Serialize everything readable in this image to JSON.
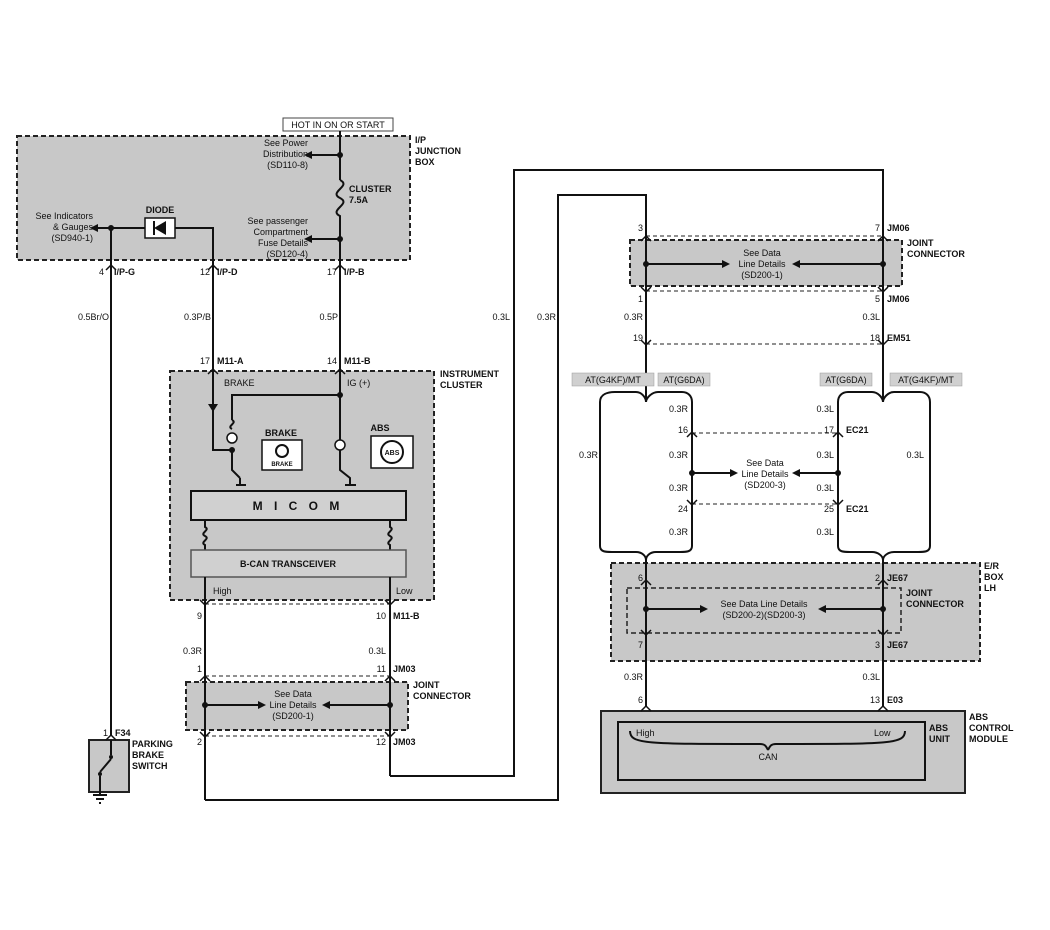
{
  "power_source": "HOT IN ON OR START",
  "junction_box": {
    "title": [
      "I/P",
      "JUNCTION",
      "BOX"
    ],
    "power_dist_ref": [
      "See Power",
      "Distribution",
      "(SD110-8)"
    ],
    "fuse_label": [
      "CLUSTER",
      "7.5A"
    ],
    "fuse_details_ref": [
      "See passenger",
      "Compartment",
      "Fuse Details",
      "(SD120-4)"
    ],
    "indicators_ref": [
      "See Indicators",
      "& Gauges",
      "(SD940-1)"
    ],
    "diode_label": "DIODE",
    "pins": [
      {
        "num": "4",
        "name": "I/P-G"
      },
      {
        "num": "12",
        "name": "I/P-D"
      },
      {
        "num": "17",
        "name": "I/P-B"
      }
    ]
  },
  "wires": {
    "ipg": "0.5Br/O",
    "ipd": "0.3P/B",
    "ipb": "0.5P",
    "long_l": "0.3L",
    "long_r": "0.3R",
    "cluster_high": "0.3R",
    "cluster_low": "0.3L",
    "jm06_left": "0.3R",
    "jm06_right": "0.3L",
    "ec21_l_top": "0.3R",
    "ec21_r_top": "0.3L",
    "ec21_l_mid": "0.3R",
    "ec21_r_mid": "0.3L",
    "ec21_l_mid2": "0.3R",
    "ec21_r_mid2": "0.3L",
    "ec21_l_bot": "0.3R",
    "ec21_r_bot": "0.3L",
    "side_l": "0.3R",
    "side_r": "0.3L",
    "abs_l": "0.3R",
    "abs_r": "0.3L"
  },
  "instrument_cluster": {
    "title": [
      "INSTRUMENT",
      "CLUSTER"
    ],
    "pin_left": {
      "num": "17",
      "name": "M11-A"
    },
    "pin_right": {
      "num": "14",
      "name": "M11-B"
    },
    "brake_sig": "BRAKE",
    "ig_sig": "IG (+)",
    "brake_lamp": "BRAKE",
    "abs_lamp": "ABS",
    "micom": "M I C O M",
    "transceiver": "B-CAN TRANSCEIVER",
    "high": "High",
    "low": "Low",
    "bottom_pin_left": "9",
    "bottom_pin_right": "10",
    "bottom_conn": "M11-B"
  },
  "jm03": {
    "title": [
      "JOINT",
      "CONNECTOR"
    ],
    "top_left": "1",
    "top_right": "11",
    "top_name": "JM03",
    "bottom_left": "2",
    "bottom_right": "12",
    "bottom_name": "JM03",
    "ref": [
      "See Data",
      "Line Details",
      "(SD200-1)"
    ]
  },
  "parking_brake": {
    "pin": "1",
    "conn": "F34",
    "title": [
      "PARKING",
      "BRAKE",
      "SWITCH"
    ]
  },
  "jm06": {
    "title": [
      "JOINT",
      "CONNECTOR"
    ],
    "top_left": "3",
    "top_right": "7",
    "top_name": "JM06",
    "bottom_left": "1",
    "bottom_right": "5",
    "bottom_name": "JM06",
    "ref": [
      "See Data",
      "Line Details",
      "(SD200-1)"
    ]
  },
  "em51": {
    "left": "19",
    "right": "18",
    "name": "EM51"
  },
  "variants": {
    "l_outer": "AT(G4KF)/MT",
    "l_inner": "AT(G6DA)",
    "r_inner": "AT(G6DA)",
    "r_outer": "AT(G4KF)/MT"
  },
  "ec21": {
    "top_left": "16",
    "top_right": "17",
    "top_name": "EC21",
    "bottom_left": "24",
    "bottom_right": "25",
    "bottom_name": "EC21",
    "ref": [
      "See Data",
      "Line Details",
      "(SD200-3)"
    ]
  },
  "er_box": {
    "title": [
      "E/R",
      "BOX",
      "LH"
    ],
    "joint_title": [
      "JOINT",
      "CONNECTOR"
    ],
    "top_left": "6",
    "top_right": "2",
    "top_name": "JE67",
    "bottom_left": "7",
    "bottom_right": "3",
    "bottom_name": "JE67",
    "ref": [
      "See Data Line Details",
      "(SD200-2)(SD200-3)"
    ]
  },
  "abs_module": {
    "pin_left": "6",
    "pin_right": "13",
    "conn": "E03",
    "unit_title": [
      "ABS",
      "UNIT"
    ],
    "module_title": [
      "ABS",
      "CONTROL",
      "MODULE"
    ],
    "high": "High",
    "low": "Low",
    "can": "CAN"
  },
  "colors": {
    "box_fill": "#c8c8c8",
    "line": "#111111"
  }
}
